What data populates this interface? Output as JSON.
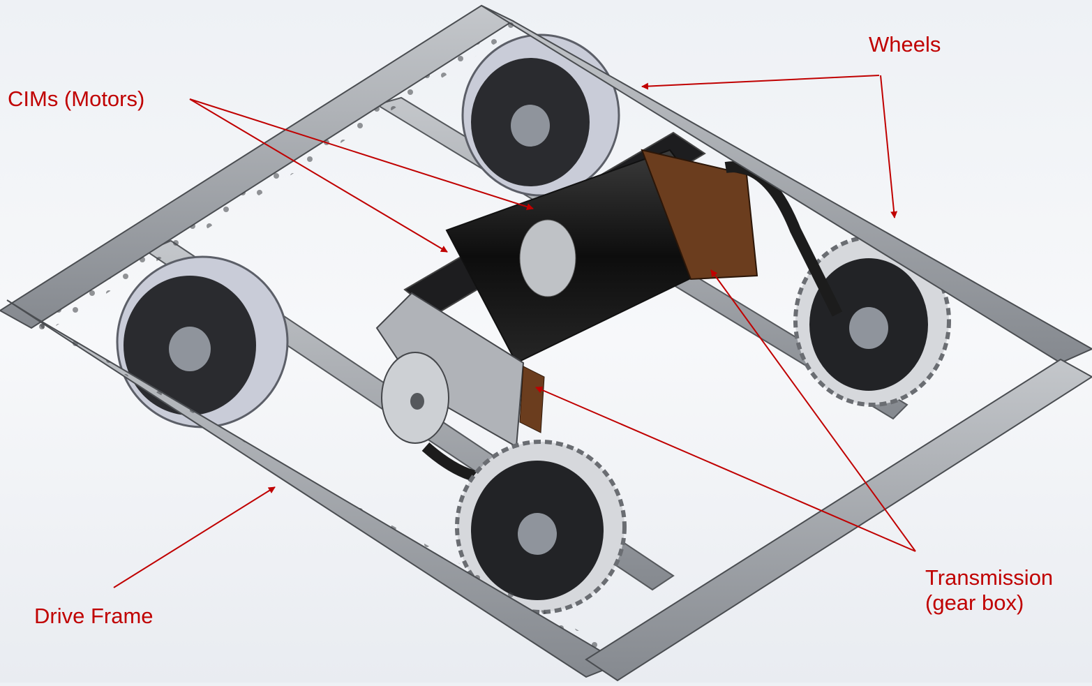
{
  "labels": {
    "wheels": "Wheels",
    "cims": "CIMs (Motors)",
    "drive_frame": "Drive Frame",
    "transmission_line1": "Transmission",
    "transmission_line2": "(gear box)"
  },
  "colors": {
    "callout": "#c00000",
    "frame_metal": "#9a9ea3",
    "frame_edge": "#4a4d51",
    "motor_body": "#141414",
    "gearbox_plate": "#6b3d1e",
    "tire": "#c9ccd8"
  },
  "icons": {
    "robot": "robot-chassis-rendering"
  }
}
